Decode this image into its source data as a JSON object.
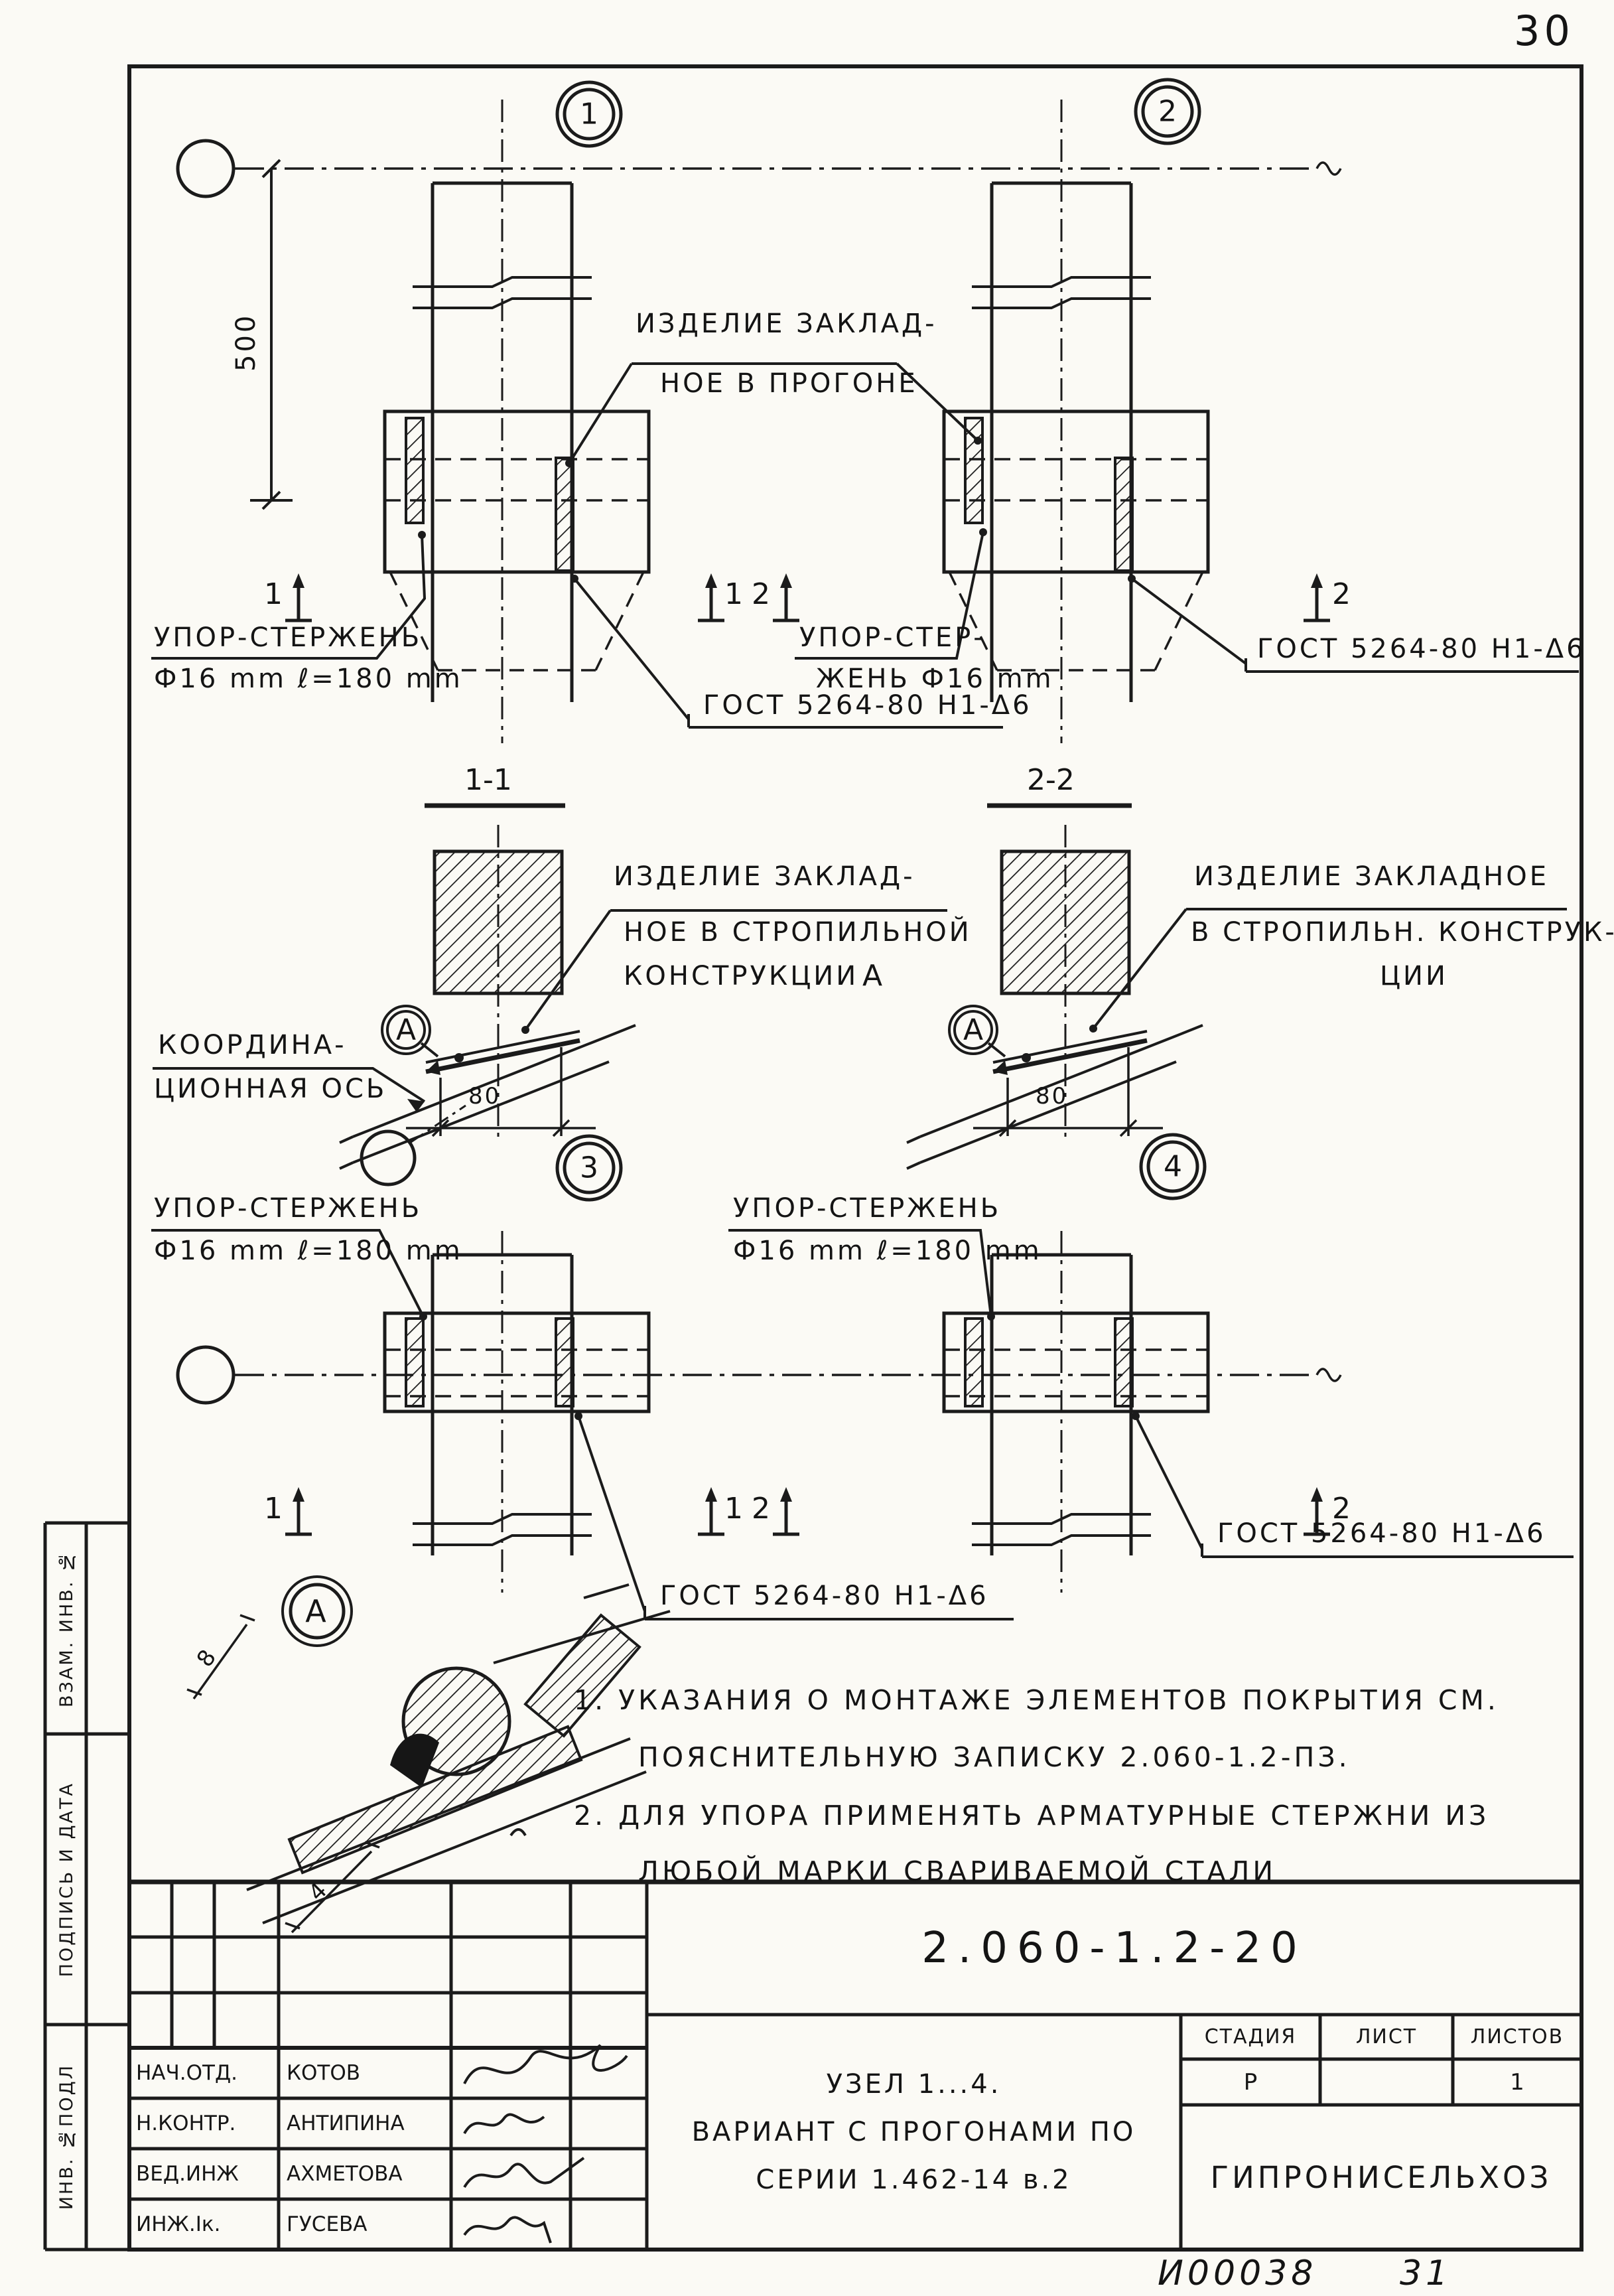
{
  "page": {
    "number": "30",
    "inv_code": "И00038",
    "sheet_code": "31"
  },
  "node_marks": {
    "n1": "1",
    "n2": "2",
    "n3": "3",
    "n4": "4"
  },
  "section_marks": {
    "s1": "1",
    "s2": "2"
  },
  "section_titles": {
    "sec11": "1-1",
    "sec22": "2-2"
  },
  "dims": {
    "d500": "500",
    "d80a": "80",
    "d80b": "80",
    "d8": "8",
    "d4": "4"
  },
  "labels": {
    "embed_purlin_1": "ИЗДЕЛИЕ ЗАКЛАД-",
    "embed_purlin_2": "НОЕ В ПРОГОНЕ",
    "upor1_1": "УПОР-СТЕРЖЕНЬ",
    "upor1_2": "Ф16 mm  ℓ=180 mm",
    "upor2_1": "УПОР-СТЕР-",
    "upor2_2": "ЖЕНЬ Ф16 mm",
    "gost_top_mid": "ГОСТ 5264-80 Н1-Δ6",
    "gost_top_right": "ГОСТ 5264-80 Н1-Δ6",
    "embed_rafter_a1": "ИЗДЕЛИЕ ЗАКЛАД-",
    "embed_rafter_a2": "НОЕ В СТРОПИЛЬНОЙ",
    "embed_rafter_a3": "КОНСТРУКЦИИ",
    "detail_ref_a": "А",
    "embed_rafter_b1": "ИЗДЕЛИЕ ЗАКЛАДНОЕ",
    "embed_rafter_b2": "В СТРОПИЛЬН. КОНСТРУК-",
    "embed_rafter_b3": "ЦИИ",
    "coord_axis_1": "КООРДИНА-",
    "coord_axis_2": "ЦИОННАЯ ОСЬ",
    "upor3_1": "УПОР-СТЕРЖЕНЬ",
    "upor3_2": "Ф16 mm  ℓ=180 mm",
    "upor4_1": "УПОР-СТЕРЖЕНЬ",
    "upor4_2": "Ф16 mm  ℓ=180 mm",
    "gost_bot_mid": "ГОСТ 5264-80 Н1-Δ6",
    "gost_bot_right": "ГОСТ 5264-80 Н1-Δ6",
    "detail_a": "А",
    "callout_a1": "А",
    "callout_a2": "А"
  },
  "notes": [
    "1. УКАЗАНИЯ О МОНТАЖЕ ЭЛЕМЕНТОВ ПОКРЫТИЯ СМ.",
    "ПОЯСНИТЕЛЬНУЮ ЗАПИСКУ  2.060-1.2-ПЗ.",
    "2. ДЛЯ УПОРА ПРИМЕНЯТЬ АРМАТУРНЫЕ СТЕРЖНИ ИЗ",
    "ЛЮБОЙ МАРКИ СВАРИВАЕМОЙ СТАЛИ"
  ],
  "title_block": {
    "doc_number": "2.060-1.2-20",
    "title_1": "УЗЕЛ 1...4.",
    "title_2": "ВАРИАНТ С ПРОГОНАМИ ПО",
    "title_3": "СЕРИИ 1.462-14 в.2",
    "stage_header": "СТАДИЯ",
    "sheet_header": "ЛИСТ",
    "sheets_header": "ЛИСТОВ",
    "stage_value": "Р",
    "sheets_value": "1",
    "organization": "ГИПРОНИСЕЛЬХОЗ",
    "personnel": [
      {
        "role": "НАЧ.ОТД.",
        "name": "КОТОВ"
      },
      {
        "role": "Н.КОНТР.",
        "name": "АНТИПИНА"
      },
      {
        "role": "ВЕД.ИНЖ",
        "name": "АХМЕТОВА"
      },
      {
        "role": "ИНЖ.Iк.",
        "name": "ГУСЕВА"
      }
    ]
  },
  "side_labels": {
    "vzam": "ВЗАМ. ИНВ. №",
    "podpis": "ПОДПИСЬ И ДАТА",
    "inv": "ИНВ. №ПОДЛ"
  }
}
